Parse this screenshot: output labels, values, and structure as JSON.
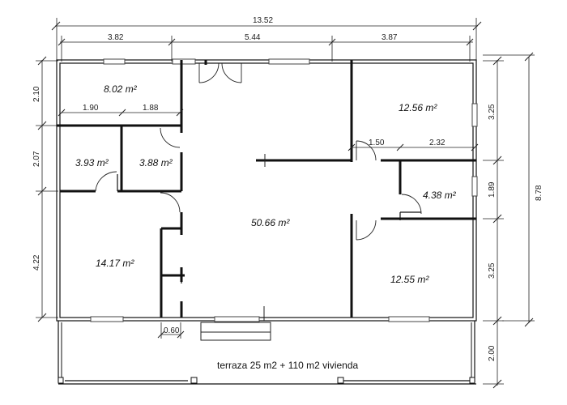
{
  "plan": {
    "dimensions_top": {
      "overall": "13.52",
      "segments": [
        "3.82",
        "5.44",
        "3.87"
      ]
    },
    "dimensions_left": [
      "2.10",
      "2.07",
      "4.22"
    ],
    "dimensions_right_inner": [
      "3.25",
      "1.89",
      "3.25",
      "2.00"
    ],
    "dimensions_right_overall": "8.78",
    "dimensions_interior": {
      "bedroom_split_left": "1.90",
      "bedroom_split_right": "1.88",
      "right_split_left": "1.50",
      "right_split_right": "2.32",
      "pillar_gap": "0.60"
    },
    "rooms": [
      {
        "id": "room-top-left",
        "area": "8.02 m²"
      },
      {
        "id": "bath-left",
        "area": "3.93 m²"
      },
      {
        "id": "bath-center",
        "area": "3.88 m²"
      },
      {
        "id": "living",
        "area": "50.66 m²"
      },
      {
        "id": "room-top-right",
        "area": "12.56 m²"
      },
      {
        "id": "bath-right",
        "area": "4.38 m²"
      },
      {
        "id": "room-bottom-left",
        "area": "14.17 m²"
      },
      {
        "id": "room-bottom-right",
        "area": "12.55 m²"
      }
    ],
    "terrace_note": "terraza 25 m2 + 110 m2 vivienda"
  }
}
